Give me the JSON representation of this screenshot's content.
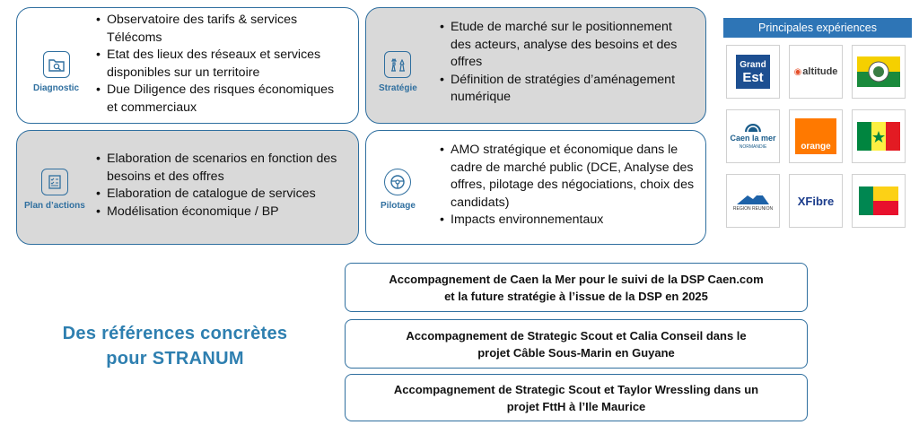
{
  "cards": {
    "diagnostic": {
      "label": "Diagnostic",
      "bullets": [
        "Observatoire des tarifs & services Télécoms",
        "Etat des lieux des réseaux et services disponibles sur un territoire",
        "Due Diligence des risques économiques et commerciaux"
      ]
    },
    "strategie": {
      "label": "Stratégie",
      "bullets": [
        "Etude de marché sur le positionnement des acteurs, analyse des besoins et des offres",
        "Définition de stratégies d’aménagement numérique"
      ]
    },
    "plan": {
      "label": "Plan d’actions",
      "bullets": [
        "Elaboration de scenarios en fonction des besoins et des offres",
        "Elaboration de catalogue de services",
        "Modélisation économique / BP"
      ]
    },
    "pilotage": {
      "label": "Pilotage",
      "bullets": [
        "AMO stratégique et économique dans le cadre de marché public (DCE, Analyse des offres, pilotage des négociations, choix des candidats)",
        "Impacts environnementaux"
      ]
    }
  },
  "experiences": {
    "title": "Principales expériences",
    "logos": {
      "grand_est_line1": "Grand",
      "grand_est_line2": "Est",
      "altitude": "altitude",
      "caen_line1": "Caen la mer",
      "caen_line2": "NORMANDIE",
      "orange": "orange",
      "region_reunion": "REGION REUNION",
      "xfibre": "XFibre"
    },
    "colors": {
      "header": "#2e75b6",
      "orange": "#ff7900",
      "senegal_green": "#00853f",
      "senegal_yellow": "#fdef42",
      "senegal_red": "#e31b23"
    }
  },
  "references": {
    "title_line1": "Des références concrètes",
    "title_line2": "pour STRANUM",
    "items": [
      {
        "line1": "Accompagnement de Caen la Mer pour le suivi de la DSP Caen.com",
        "line2": "et la future stratégie à l’issue de la DSP en 2025"
      },
      {
        "line1": "Accompagnement de Strategic Scout et Calia Conseil dans le",
        "line2": "projet Câble Sous-Marin en Guyane"
      },
      {
        "line1": "Accompagnement de Strategic Scout et Taylor Wressling dans un",
        "line2": "projet FttH à l’Ile Maurice"
      }
    ]
  }
}
